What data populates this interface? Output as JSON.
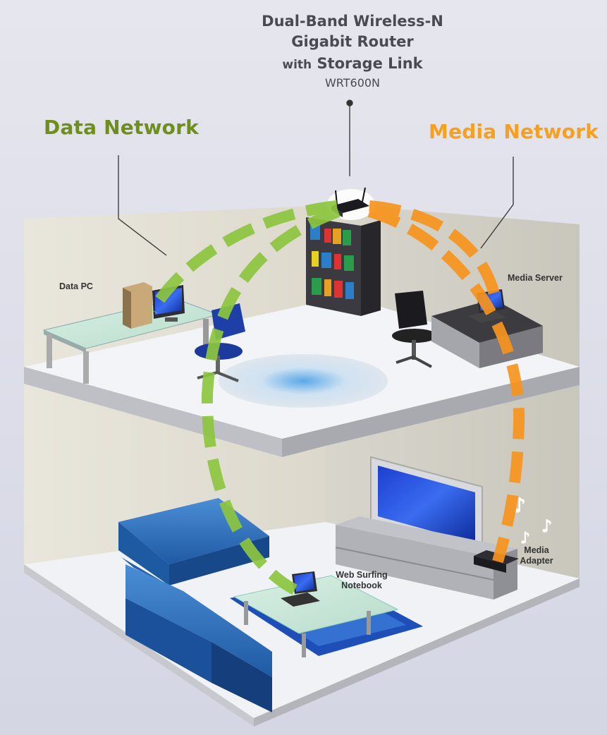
{
  "router": {
    "line1": "Dual-Band Wireless-N",
    "line2": "Gigabit Router",
    "line3_prefix": "with",
    "line3_main": "Storage Link",
    "model": "WRT600N"
  },
  "networks": {
    "data": "Data Network",
    "media": "Media Network"
  },
  "devices": {
    "data_pc": "Data PC",
    "media_server": "Media Server",
    "media_adapter_l1": "Media",
    "media_adapter_l2": "Adapter",
    "notebook_l1": "Web Surfing",
    "notebook_l2": "Notebook"
  },
  "colors": {
    "data_network": "#8cc63f",
    "media_network": "#f7941d",
    "sofa": "#2f6fb8",
    "floor": "#f2f3f6"
  },
  "icons": [
    "router-icon",
    "desktop-pc-icon",
    "laptop-icon",
    "tv-icon",
    "media-adapter-icon",
    "bookshelf-icon",
    "sofa-icon",
    "music-note-icon"
  ]
}
